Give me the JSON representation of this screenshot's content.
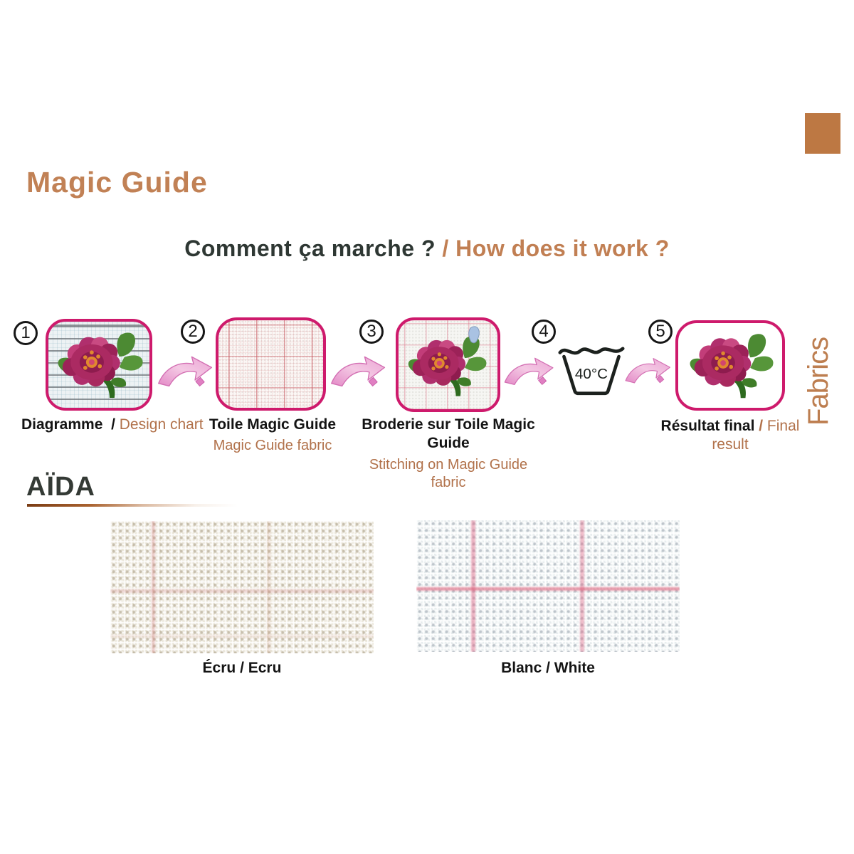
{
  "page": {
    "title": "Magic Guide",
    "side_label": "Fabrics",
    "accent_color": "#c18155",
    "corner_swatch_color": "#bd7843",
    "step_border_color": "#ce1a6c"
  },
  "subtitle": {
    "fr": "Comment ça marche ?",
    "sep": " / ",
    "en": "How does it work ?"
  },
  "steps": [
    {
      "number": "1",
      "label_fr": "Diagramme",
      "label_sep": " / ",
      "label_en": "Design chart",
      "image": "design-chart-flower"
    },
    {
      "number": "2",
      "label_fr": "Toile Magic Guide",
      "label_en": "Magic Guide fabric",
      "image": "magic-guide-grid-fabric"
    },
    {
      "number": "3",
      "label_fr": "Broderie sur Toile Magic Guide",
      "label_en": "Stitching on Magic Guide fabric",
      "image": "flower-stitched-on-grid-fabric"
    },
    {
      "number": "4",
      "wash_temperature": "40°C",
      "image": "hand-wash-tub-symbol"
    },
    {
      "number": "5",
      "label_fr": "Résultat final",
      "label_sep": " / ",
      "label_en": "Final result",
      "image": "finished-embroidery-flower"
    }
  ],
  "aida": {
    "heading": "AÏDA",
    "swatches": [
      {
        "label": "Écru / Ecru"
      },
      {
        "label": "Blanc / White"
      }
    ]
  }
}
